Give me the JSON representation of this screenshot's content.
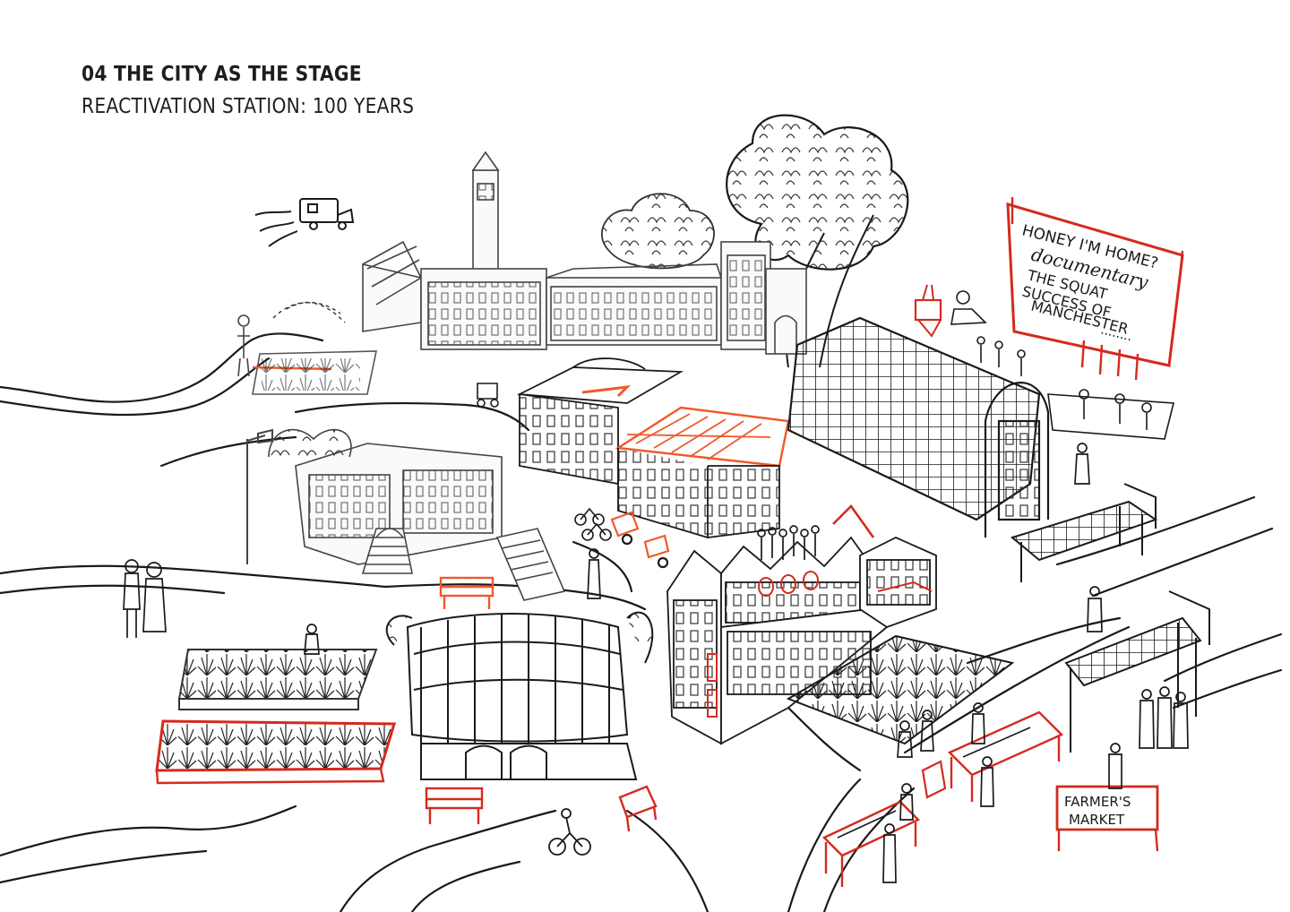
{
  "header": {
    "title": "04 THE CITY AS THE STAGE",
    "subtitle": "REACTIVATION STATION: 100 YEARS"
  },
  "billboard": {
    "line1": "HONEY I'M HOME?",
    "line2": "documentary",
    "line3": "THE SQUAT",
    "line4": "SUCCESS OF",
    "line5": "MANCHESTER",
    "line6": "........"
  },
  "market_sign": {
    "line1": "FARMER'S",
    "line2": "MARKET"
  },
  "colors": {
    "ink": "#1a1a1a",
    "grey_ink": "#555555",
    "accent_red": "#d42a1e",
    "accent_orange": "#ef5a2a"
  }
}
